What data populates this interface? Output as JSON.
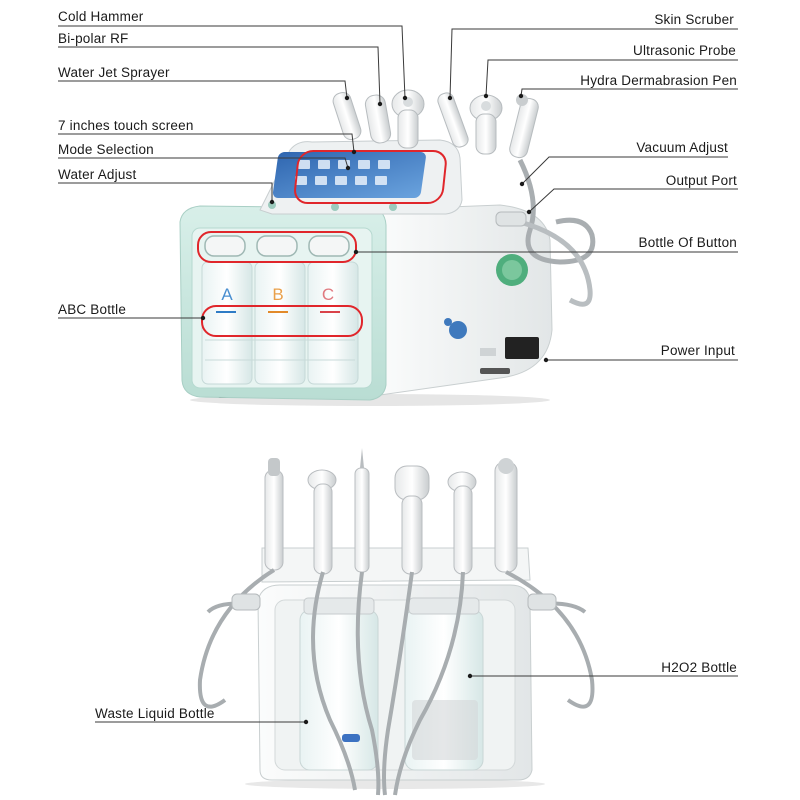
{
  "labels": {
    "cold_hammer": "Cold Hammer",
    "bipolar_rf": "Bi-polar RF",
    "water_jet_sprayer": "Water Jet Sprayer",
    "touch_screen": "7 inches touch screen",
    "mode_selection": "Mode Selection",
    "water_adjust": "Water Adjust",
    "abc_bottle": "ABC Bottle",
    "skin_scruber": "Skin Scruber",
    "ultrasonic_probe": "Ultrasonic Probe",
    "hydra_pen": "Hydra Dermabrasion Pen",
    "vacuum_adjust": "Vacuum Adjust",
    "output_port": "Output Port",
    "bottle_button": "Bottle Of Button",
    "power_input": "Power Input",
    "h2o2_bottle": "H2O2 Bottle",
    "waste_bottle": "Waste Liquid Bottle"
  },
  "bottle_letters": [
    "A",
    "B",
    "C"
  ],
  "colors": {
    "machine_mint": "#cfe9e2",
    "machine_white": "#f3f5f5",
    "highlight_red": "#e0262b",
    "leader_line": "#3a3a3a",
    "screen_blue": "#3b6fb5"
  }
}
